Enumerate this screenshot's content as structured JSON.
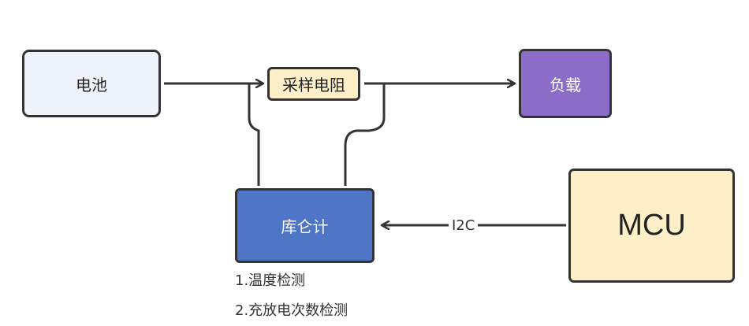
{
  "nodes": {
    "battery": {
      "label": "电池",
      "fill": "#eef3fb"
    },
    "sense_resistor": {
      "label": "采样电阻",
      "fill": "#fdf0c8"
    },
    "load": {
      "label": "负载",
      "fill": "#8b6cc9"
    },
    "fuel_gauge": {
      "label": "库仑计",
      "fill": "#4e75c6"
    },
    "mcu": {
      "label": "MCU",
      "fill": "#fdf0c8"
    }
  },
  "edges": {
    "i2c_label": "I2C"
  },
  "notes": [
    "1.温度检测",
    "2.充放电次数检测"
  ],
  "colors": {
    "stroke": "#333333",
    "background": "#ffffff",
    "light_text": "#ffffff",
    "dark_text": "#222222"
  }
}
